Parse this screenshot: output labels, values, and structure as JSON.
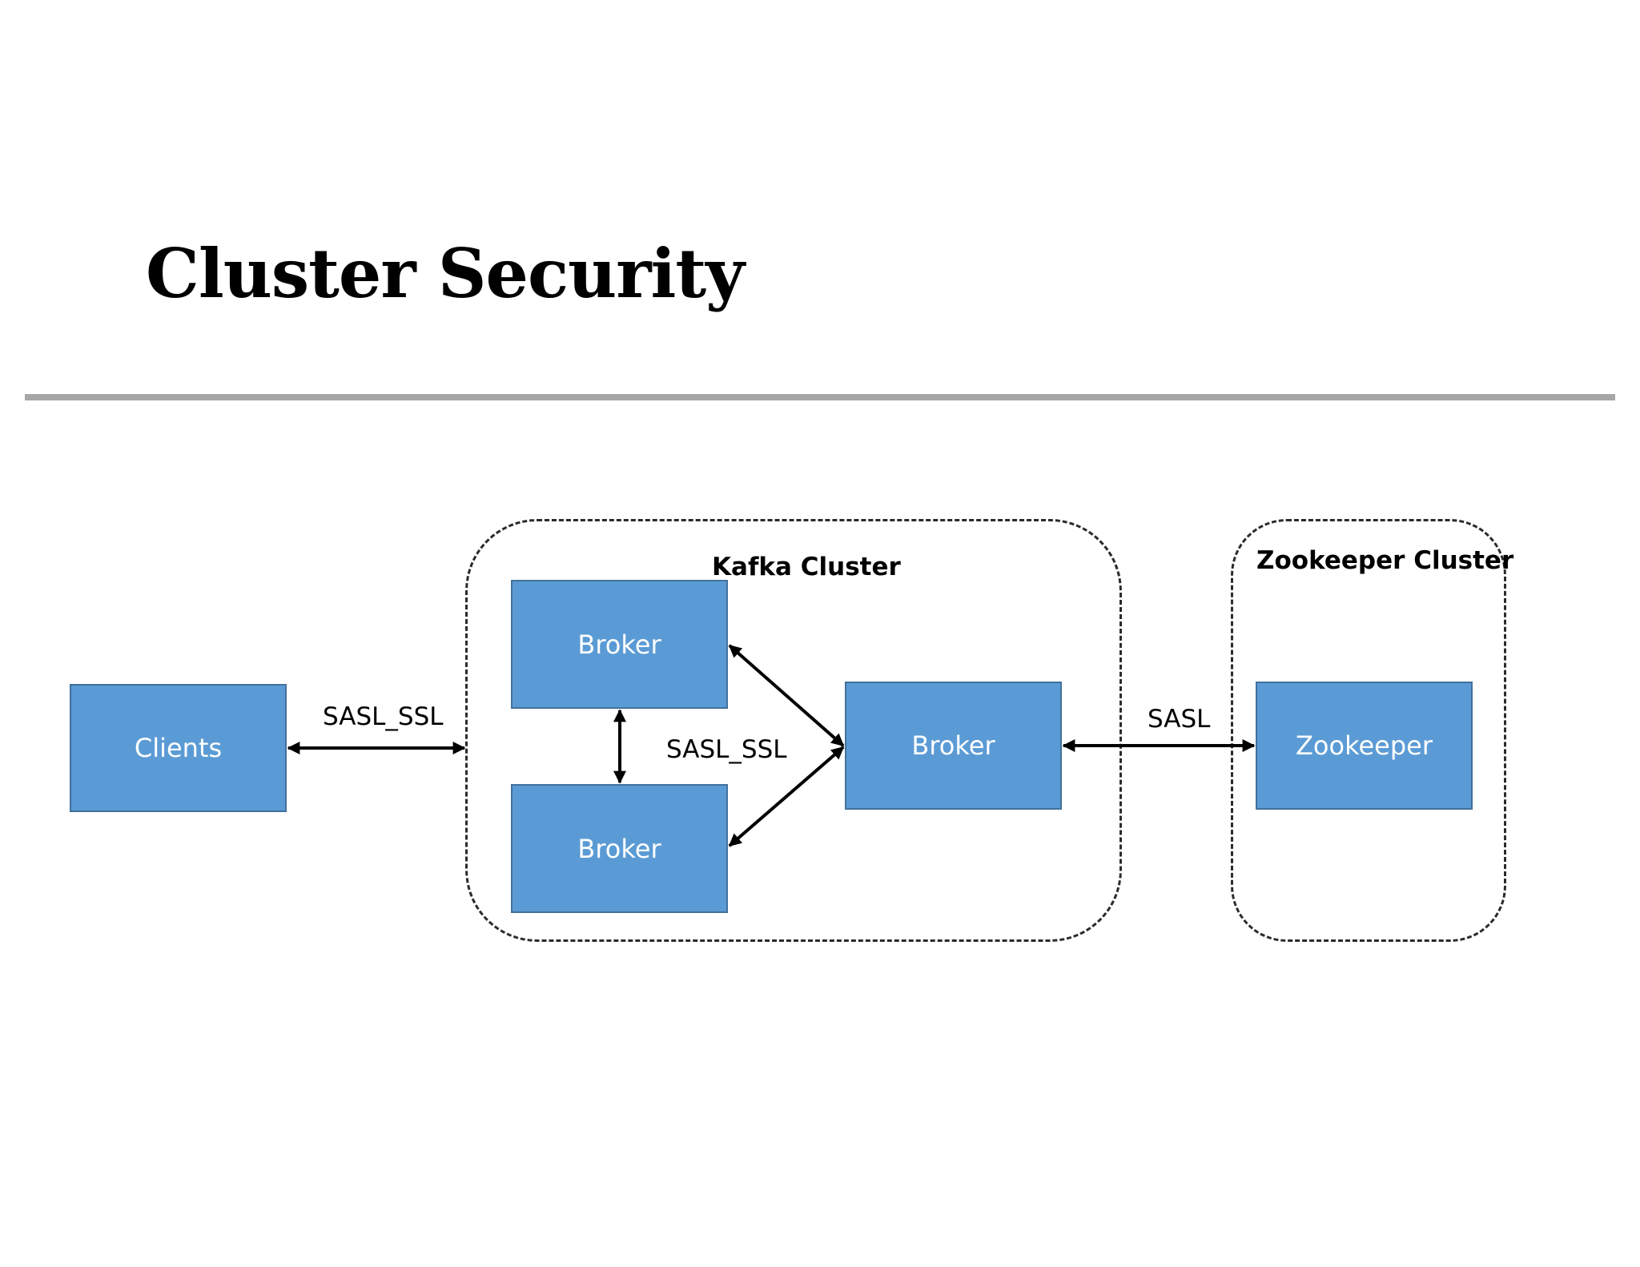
{
  "title": "Cluster Security",
  "clusters": {
    "kafka": "Kafka Cluster",
    "zookeeper": "Zookeeper Cluster"
  },
  "nodes": {
    "clients": "Clients",
    "broker_top": "Broker",
    "broker_bottom": "Broker",
    "broker_right": "Broker",
    "zookeeper": "Zookeeper"
  },
  "edge_labels": {
    "clients_to_kafka": "SASL_SSL",
    "inter_broker": "SASL_SSL",
    "broker_to_zookeeper": "SASL"
  },
  "colors": {
    "node_fill": "#5b9bd5",
    "node_border": "#41719c",
    "rule": "#a6a6a6"
  }
}
